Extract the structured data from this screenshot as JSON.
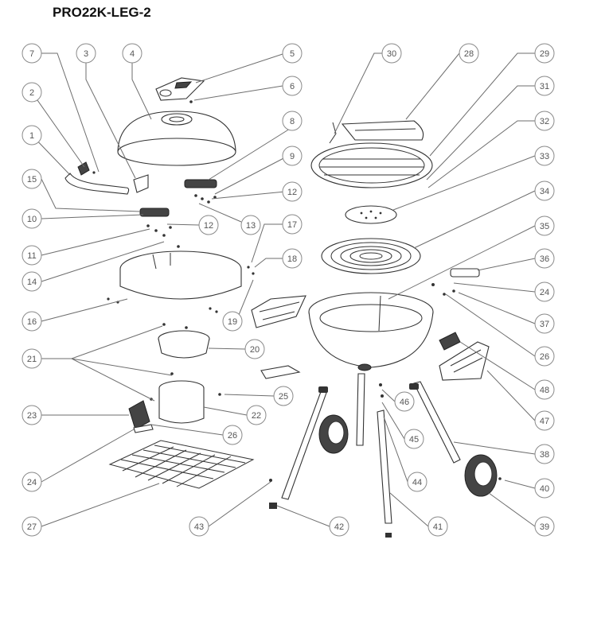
{
  "title": "PRO22K-LEG-2",
  "callouts": [
    "1",
    "2",
    "3",
    "4",
    "5",
    "6",
    "7",
    "8",
    "9",
    "10",
    "11",
    "12",
    "13",
    "14",
    "15",
    "16",
    "17",
    "18",
    "19",
    "20",
    "21",
    "22",
    "23",
    "24",
    "25",
    "26",
    "27",
    "28",
    "29",
    "30",
    "31",
    "32",
    "33",
    "34",
    "35",
    "36",
    "37",
    "38",
    "39",
    "40",
    "41",
    "42",
    "43",
    "44",
    "45",
    "46",
    "47",
    "48"
  ]
}
